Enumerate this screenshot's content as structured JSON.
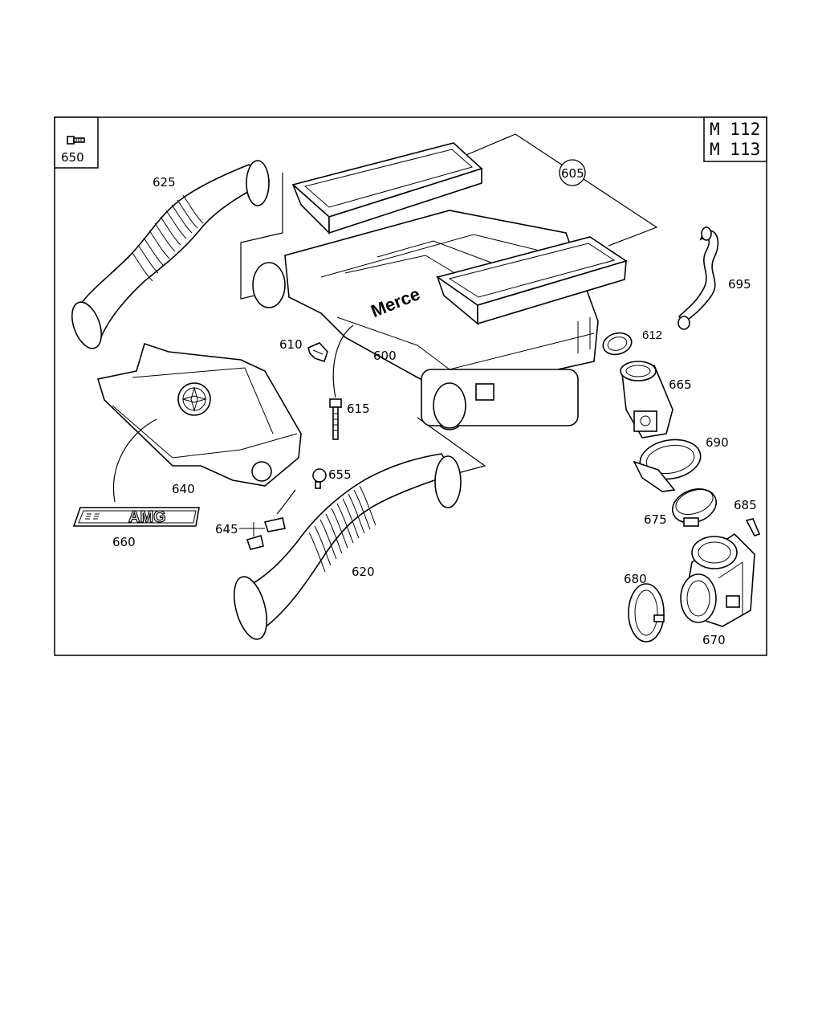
{
  "model_box": {
    "line1": "M 112",
    "line2": "M 113"
  },
  "inset_part": "650",
  "embossed_text": "Merce",
  "emblem_text": "AMG",
  "callouts": {
    "p600": "600",
    "p605": "605",
    "p610": "610",
    "p612": "612",
    "p615": "615",
    "p620": "620",
    "p625": "625",
    "p640": "640",
    "p645": "645",
    "p655": "655",
    "p660": "660",
    "p665": "665",
    "p670": "670",
    "p675": "675",
    "p680": "680",
    "p685": "685",
    "p690": "690",
    "p695": "695"
  }
}
